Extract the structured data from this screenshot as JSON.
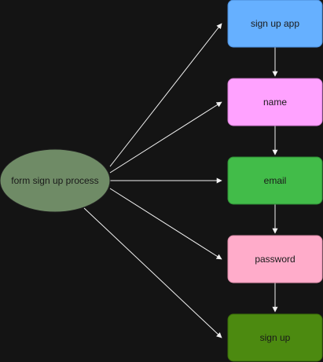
{
  "canvas": {
    "background": "#141414"
  },
  "diagram": {
    "center": {
      "label": "form sign up process",
      "fill": "#6f8b66",
      "stroke": "#1f1f1f"
    },
    "steps": [
      {
        "id": "sign-up-app",
        "label": "sign up app",
        "fill": "#66b0ff",
        "stroke": "#4a8ad6"
      },
      {
        "id": "name",
        "label": "name",
        "fill": "#ffa2ff",
        "stroke": "#d07ad0"
      },
      {
        "id": "email",
        "label": "email",
        "fill": "#42bc49",
        "stroke": "#2f8d35"
      },
      {
        "id": "password",
        "label": "password",
        "fill": "#ffacca",
        "stroke": "#d88aa6"
      },
      {
        "id": "sign-up",
        "label": "sign up",
        "fill": "#4c8a10",
        "stroke": "#386a0a"
      }
    ],
    "arrow_color": "#f2f2f2"
  }
}
